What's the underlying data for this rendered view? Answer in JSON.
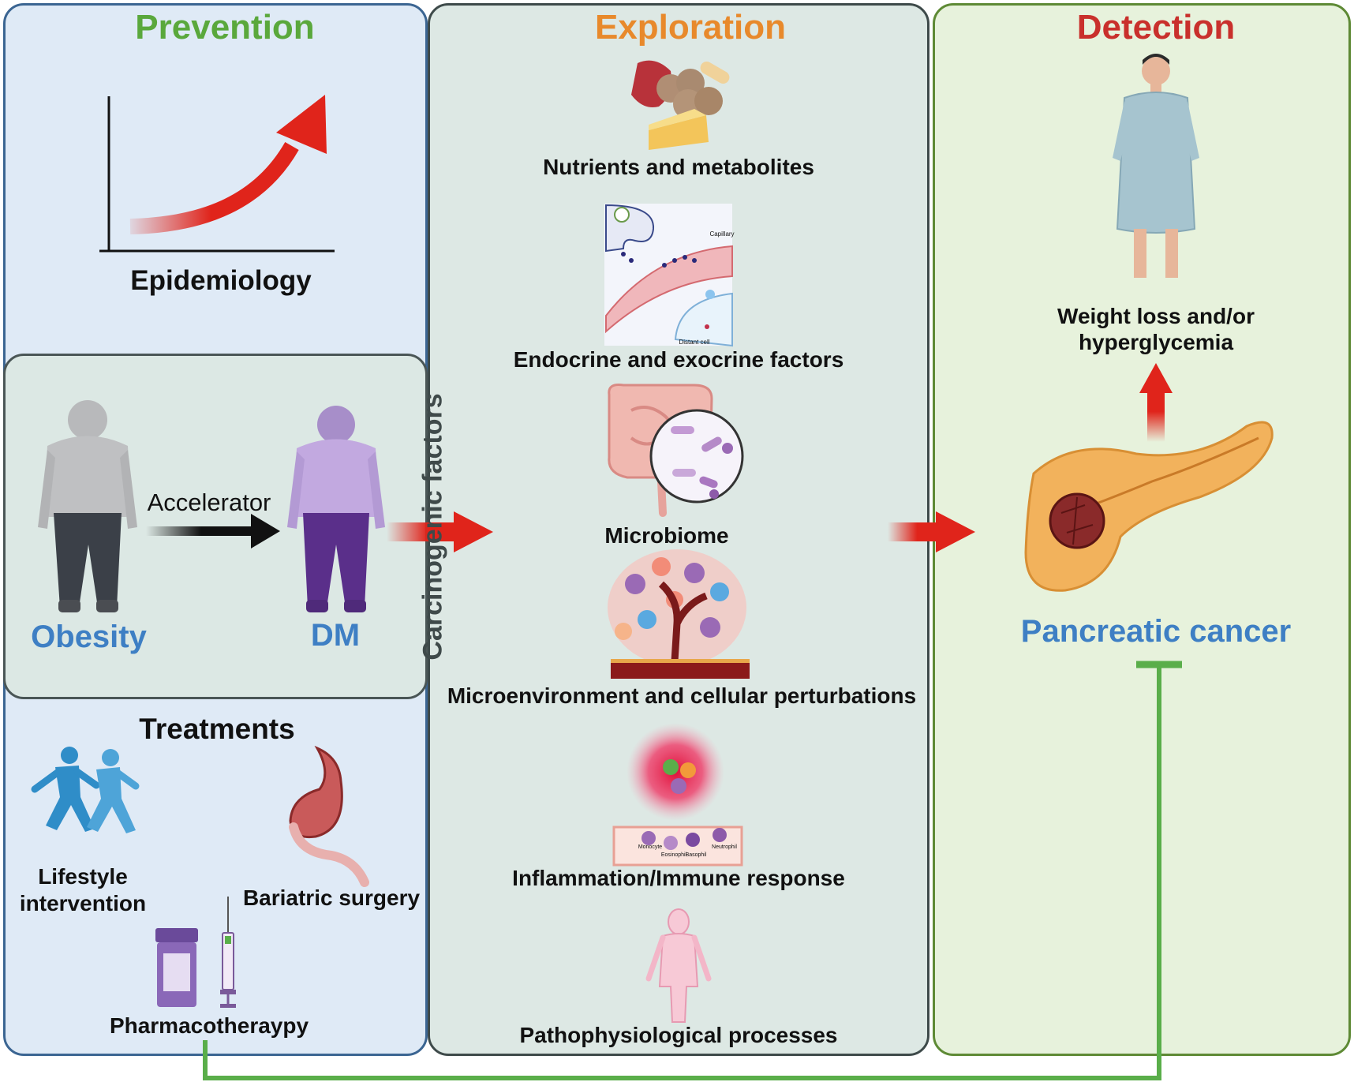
{
  "colors": {
    "prevention_bg": "#dfeaf6",
    "prevention_border": "#3b6592",
    "exploration_bg": "#dde8e4",
    "exploration_border": "#3e4a4a",
    "detection_bg": "#e7f2dc",
    "detection_border": "#5e8a35",
    "inner_bg": "#dce8e4",
    "inner_border": "#4a5656",
    "prevention_title": "#5aa83c",
    "exploration_title": "#e8892b",
    "detection_title": "#c9302c",
    "blue_label": "#3e7fc4",
    "arrow_red": "#e0241b",
    "inhibit_green": "#5aae4a"
  },
  "prevention": {
    "title": "Prevention",
    "epidemiology": "Epidemiology",
    "obesity": "Obesity",
    "dm": "DM",
    "accelerator": "Accelerator",
    "treatments": {
      "title": "Treatments",
      "lifestyle_line1": "Lifestyle",
      "lifestyle_line2": "intervention",
      "bariatric": "Bariatric surgery",
      "pharmaco": "Pharmacotheraypy"
    }
  },
  "exploration": {
    "title": "Exploration",
    "carcinogenic": "Carcinogenic factors",
    "items": [
      "Nutrients and metabolites",
      "Endocrine and exocrine factors",
      "Microbiome",
      "Microenvironment and cellular perturbations",
      "Inflammation/Immune response",
      "Pathophysiological processes"
    ],
    "endocrine_capillary": "Capillary",
    "endocrine_distant_cell": "Distant cell",
    "immune_cells": [
      "Monocyte",
      "Eosinophil",
      "Basophil",
      "Neutrophil"
    ]
  },
  "detection": {
    "title": "Detection",
    "symptom_line1": "Weight loss and/or",
    "symptom_line2": "hyperglycemia",
    "cancer": "Pancreatic cancer"
  },
  "icons": [
    "line-graph-icon",
    "obese-person-icon",
    "diabetic-person-icon",
    "food-icon",
    "endocrine-diagram-icon",
    "intestine-microbe-icon",
    "tumor-microenvironment-icon",
    "inflammation-icon",
    "human-body-icon",
    "patient-icon",
    "pancreas-tumor-icon",
    "runners-icon",
    "stomach-icon",
    "pill-bottle-icon",
    "syringe-icon"
  ]
}
